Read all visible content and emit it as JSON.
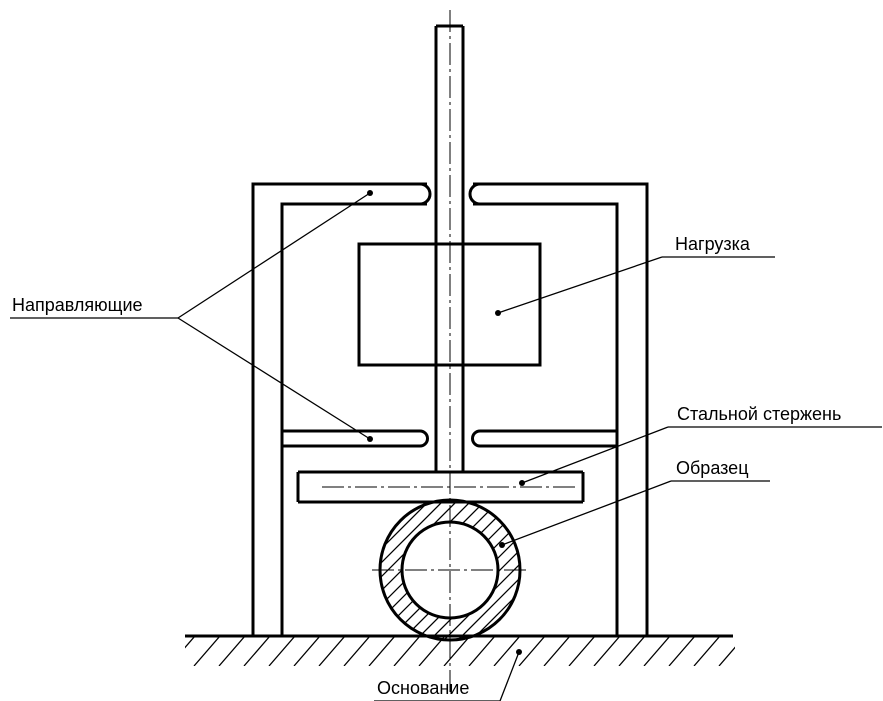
{
  "labels": {
    "guides": "Направляющие",
    "load": "Нагрузка",
    "steel_rod": "Стальной стержень",
    "specimen": "Образец",
    "base": "Основание"
  }
}
